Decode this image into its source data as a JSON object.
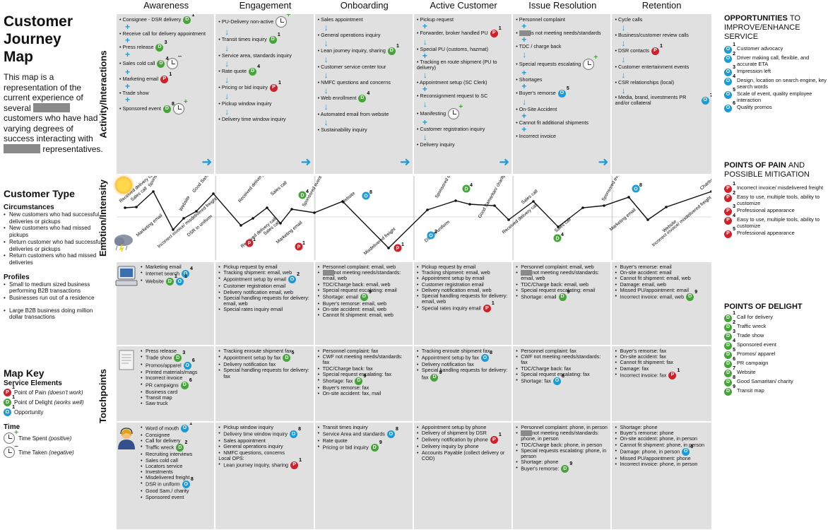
{
  "title": "Customer Journey Map",
  "intro": {
    "before1": "This map is a representation of the current experience of several",
    "middle": "customers who have had varying degrees of success interacting with",
    "after": "representatives."
  },
  "customer_type": {
    "heading": "Customer Type",
    "circumstances_heading": "Circumstances",
    "circumstances": [
      "New customers who had successful deliveries or pickups",
      "New customers who had missed pickups",
      "Return customer who had successful deliveries or pickups",
      "Return customers who had missed deliveries"
    ],
    "profiles_heading": "Profiles",
    "profiles": [
      "Small to medium sized business performing B2B transactions",
      "Businesses run out of a residence",
      "Large B2B business doing million dollar transactions"
    ]
  },
  "map_key": {
    "heading": "Map Key",
    "service_heading": "Service Elements",
    "pain": {
      "label": "Point of Pain",
      "note": "(doesn't work)"
    },
    "delight": {
      "label": "Point of Delight",
      "note": "(works well)"
    },
    "opportunity": {
      "label": "Opportunity"
    },
    "time_heading": "Time",
    "time_spent": {
      "label": "Time Spent",
      "note": "(positive)"
    },
    "time_taken": {
      "label": "Time Taken",
      "note": "(negative)"
    }
  },
  "columns": [
    "Awareness",
    "Engagement",
    "Onboarding",
    "Active Customer",
    "Issue Resolution",
    "Retention"
  ],
  "row_labels": {
    "activity": "Activity/Interactions",
    "emotion": "Emotion/Intensity",
    "touchpoints": "Touchpoints"
  },
  "activity": [
    [
      {
        "t": "Consignee - DSR delivery",
        "b": [
          "D",
          "1"
        ]
      },
      {
        "t": "Receive call for delivery appointment"
      },
      {
        "t": "Press release",
        "b": [
          "D",
          "3"
        ]
      },
      {
        "t": "Sales cold call",
        "b": [
          "D",
          "4"
        ],
        "clock": "neg"
      },
      {
        "t": "Marketing email",
        "b": [
          "P",
          "1"
        ]
      },
      {
        "t": "Trade show"
      },
      {
        "t": "Sponsored event",
        "b": [
          "D",
          "8"
        ],
        "clock": "pos"
      }
    ],
    [
      {
        "t": "PU-Delivery non-active",
        "clock": "pos"
      },
      {
        "t": "Transit times inquiry",
        "b": [
          "D",
          "1"
        ]
      },
      {
        "t": "Service area, standards inquiry"
      },
      {
        "t": "Rate quote",
        "b": [
          "D",
          "4"
        ]
      },
      {
        "t": "Pricing or bid inquiry",
        "b": [
          "P",
          "1"
        ]
      },
      {
        "t": "Pickup window inquiry"
      },
      {
        "t": "Delivery time window inquiry"
      }
    ],
    [
      {
        "t": "Sales appointment"
      },
      {
        "t": "General operations inquiry"
      },
      {
        "t": "Lean journey inquiry, sharing",
        "b": [
          "D",
          "1"
        ]
      },
      {
        "t": "Customer service center tour"
      },
      {
        "t": "NMFC questions and concerns"
      },
      {
        "t": "Web enrollment",
        "b": [
          "D",
          "4"
        ]
      },
      {
        "t": "Automated email from website"
      },
      {
        "t": "Sustainability inquiry"
      }
    ],
    [
      {
        "t": "Pickup request"
      },
      {
        "t": "Forwarder, broker handled PU",
        "b": [
          "P",
          "1"
        ]
      },
      {
        "t": "Special PU (customs, hazmat)"
      },
      {
        "t": "Tracking en route shipment (PU to delivery)"
      },
      {
        "t": "Appointment setup (SC Clerk)"
      },
      {
        "t": "Reconsignment request to SC"
      },
      {
        "t": "Manifesting",
        "clock": "pos"
      },
      {
        "t": "Customer registration inquiry"
      },
      {
        "t": "Delivery inquiry"
      }
    ],
    [
      {
        "t": "Personnel complaint"
      },
      {
        "t": "is not meeting needs/standards",
        "redact": true
      },
      {
        "t": "TDC / charge back"
      },
      {
        "t": "Special requests escalating",
        "clock": "pos"
      },
      {
        "t": "Shortages"
      },
      {
        "t": "Buyer's remorse",
        "b": [
          "O",
          "5"
        ]
      },
      {
        "t": "On-Site Accident"
      },
      {
        "t": "Cannot fit additional shipments"
      },
      {
        "t": "Incorrect invoice"
      }
    ],
    [
      {
        "t": "Cycle calls"
      },
      {
        "t": "Business/customer review calls"
      },
      {
        "t": "DSR contacts",
        "b": [
          "P",
          "1"
        ]
      },
      {
        "t": "Customer entertainment events"
      },
      {
        "t": "CSR relationships (local)"
      },
      {
        "t": "Media, brand, investments PR and/or collateral",
        "b": [
          "O",
          "7"
        ]
      }
    ]
  ],
  "emotion_labels": [
    "Received delivery call",
    "Sales call",
    "Sponsored event",
    "Marketing email",
    "Incorrect invoice/ misdelivered freight",
    "Website",
    "DSR in uniform",
    "Good Samaritan/ charity",
    "Received delivery call",
    "Received delivery call",
    "Sales call",
    "Sales call",
    "Marketing email",
    "Sponsored event",
    "Website",
    "Misdelivered freight",
    "Sponsored event",
    "DSR in uniform",
    "Good Samaritan/ charity",
    "Received delivery call",
    "Sales call",
    "Sales call",
    "Sponsored event",
    "Marketing email",
    "Website",
    "Incorrect invoice/ misdelivered freight",
    "Charity"
  ],
  "touchpoints_web": [
    [
      {
        "t": "Marketing email"
      },
      {
        "t": "Internet search",
        "b": [
          "O",
          "4"
        ]
      },
      {
        "t": "Website",
        "b": [
          "D",
          "1"
        ],
        "b2": [
          "O",
          "1"
        ]
      }
    ],
    [
      {
        "t": "Pickup request by email"
      },
      {
        "t": "Tracking shipment: email, web"
      },
      {
        "t": "Appointment setup by email",
        "b": [
          "O",
          "2"
        ]
      },
      {
        "t": "Customer registration email"
      },
      {
        "t": "Delivery notification email, web"
      },
      {
        "t": "Special handling requests for delivery: email, web"
      },
      {
        "t": "Special rates inquiry email"
      }
    ],
    [
      {
        "t": "Personnel complaint: email, web"
      },
      {
        "t": "not meeting needs/standards: email, web",
        "redact": true
      },
      {
        "t": "TDC/Charge back: email, web"
      },
      {
        "t": "Special request escalating: email"
      },
      {
        "t": "Shortage: email",
        "b": [
          "D",
          "9"
        ]
      },
      {
        "t": "Buyer's remorse: email, web"
      },
      {
        "t": "On-site accident: email, web"
      },
      {
        "t": "Cannot fit shipment: email, web"
      }
    ],
    [
      {
        "t": "Pickup request by email"
      },
      {
        "t": "Tracking shipment: email, web"
      },
      {
        "t": "Appointment setup by email"
      },
      {
        "t": "Customer registration email"
      },
      {
        "t": "Delivery notification email, web"
      },
      {
        "t": "Special handling requests for delivery: email, web"
      },
      {
        "t": "Special rates inquiry email",
        "b": [
          "P",
          "1"
        ]
      }
    ],
    [
      {
        "t": "Personnel complaint: email, web"
      },
      {
        "t": "not meeting needs/standards: email, web",
        "redact": true
      },
      {
        "t": "TDC/Charge back: email, web"
      },
      {
        "t": "Special request escalating: email"
      },
      {
        "t": "Shortage: email",
        "b": [
          "D",
          "9"
        ]
      }
    ],
    [
      {
        "t": "Buyer's remorse: email"
      },
      {
        "t": "On-site accident: email"
      },
      {
        "t": "Cannot fit shipment: email, web"
      },
      {
        "t": "Damage: email, web"
      },
      {
        "t": "Missed PU/appointment: email"
      },
      {
        "t": "Incorrect invoice: email, web",
        "b": [
          "D",
          "9"
        ]
      }
    ]
  ],
  "touchpoints_print": [
    [
      {
        "t": "Press release"
      },
      {
        "t": "Trade show",
        "b": [
          "D",
          "3"
        ]
      },
      {
        "t": "Promos/apparel",
        "b": [
          "O",
          "6"
        ]
      },
      {
        "t": "Printed materials/mags"
      },
      {
        "t": "Incorrect invoice"
      },
      {
        "t": "PR campaigns",
        "b": [
          "D",
          "6"
        ]
      },
      {
        "t": "Business card"
      },
      {
        "t": "Transit map"
      },
      {
        "t": "Saw truck"
      }
    ],
    [
      {
        "t": "Tracking enroute shipment fax"
      },
      {
        "t": "Appointment setup by fax",
        "b": [
          "D",
          "5"
        ]
      },
      {
        "t": "Delivery notification fax"
      },
      {
        "t": "Special handling requests for delivery: fax"
      }
    ],
    [
      {
        "t": "Personnel complaint: fax"
      },
      {
        "t": "CWF not meeting needs/standards: fax"
      },
      {
        "t": "TDC/Charge back: fax"
      },
      {
        "t": "Special request escalating: fax"
      },
      {
        "t": "Shortage: fax",
        "b": [
          "D",
          "9"
        ]
      },
      {
        "t": "Buyer's remorse: fax"
      },
      {
        "t": "On-site accident: fax, mail"
      }
    ],
    [
      {
        "t": "Tracking enroute shipment fax"
      },
      {
        "t": "Appointment setup by fax",
        "b": [
          "O",
          "8"
        ]
      },
      {
        "t": "Delivery notification fax"
      },
      {
        "t": "Special handling requests for delivery: fax",
        "b": [
          "D",
          "9"
        ]
      }
    ],
    [
      {
        "t": "Personnel complaint: fax"
      },
      {
        "t": "CWF not meeting needs/standards: fax"
      },
      {
        "t": "TDC/Charge back: fax"
      },
      {
        "t": "Special request escalating: fax"
      },
      {
        "t": "Shortage: fax",
        "b": [
          "O",
          "8"
        ]
      }
    ],
    [
      {
        "t": "Buyer's remorse: fax"
      },
      {
        "t": "On-site accident: fax"
      },
      {
        "t": "Cannot fit shipment: fax"
      },
      {
        "t": "Damage: fax"
      },
      {
        "t": "Incorrect invoice: fax",
        "b": [
          "P",
          "1"
        ]
      }
    ]
  ],
  "touchpoints_person": [
    [
      {
        "t": "Word of mouth",
        "b": [
          "O",
          "1"
        ]
      },
      {
        "t": "Consignee"
      },
      {
        "t": "Call for delivery"
      },
      {
        "t": "Traffic wreck",
        "b": [
          "D",
          "2"
        ]
      },
      {
        "t": "Recruiting interviews"
      },
      {
        "t": "Sales cold call"
      },
      {
        "t": "Locators service"
      },
      {
        "t": "Investments"
      },
      {
        "t": "Misdelivered freight"
      },
      {
        "t": "DSR in uniform",
        "b": [
          "O",
          "8"
        ]
      },
      {
        "t": "Good Sam./ charity"
      },
      {
        "t": "Sponsored event"
      }
    ],
    [
      {
        "t": "Pickup window inquiry"
      },
      {
        "t": "Delivery time window inquiry",
        "b": [
          "O",
          "8"
        ]
      },
      {
        "t": "Sales appointment"
      },
      {
        "t": "General operations inquiry"
      },
      {
        "t": "NMFC questions, concerns"
      },
      {
        "t": "Local OPS:",
        "plain": true
      },
      {
        "t": "Lean journey inquiry, sharing",
        "b": [
          "P",
          "1"
        ]
      }
    ],
    [
      {
        "t": "Transit times inquiry"
      },
      {
        "t": "Service Area and standards",
        "b": [
          "O",
          "8"
        ]
      },
      {
        "t": "Rate quote"
      },
      {
        "t": "Pricing or bid inquiry",
        "b": [
          "D",
          "9"
        ]
      }
    ],
    [
      {
        "t": "Appointment setup by phone"
      },
      {
        "t": "Delivery of shipment by DSR"
      },
      {
        "t": "Delivery notification by phone",
        "b": [
          "P",
          "1"
        ]
      },
      {
        "t": "Delivery inquiry by phone"
      },
      {
        "t": "Accounts Payable (collect delivery or COD)"
      }
    ],
    [
      {
        "t": "Personnel complaint: phone, in person"
      },
      {
        "t": "not meeting needs/standards: phone, in person",
        "redact": true
      },
      {
        "t": "TDC/Charge back: phone, in person"
      },
      {
        "t": "Special requests escalating: phone, in person"
      },
      {
        "t": "Shortage: phone"
      },
      {
        "t": "Buyer's remorse:",
        "b": [
          "D",
          "9"
        ]
      }
    ],
    [
      {
        "t": "Shortage: phone"
      },
      {
        "t": "Buyer's remorse: phone"
      },
      {
        "t": "On-site accident: phone, in person"
      },
      {
        "t": "Cannot fit shipment: phone, in person"
      },
      {
        "t": "Damage: phone, in person",
        "b": [
          "O",
          "8"
        ]
      },
      {
        "t": "Missed PU/appointment: phone"
      },
      {
        "t": "Incorrect invoice: phone, in person"
      }
    ]
  ],
  "opportunities": {
    "heading_bold": "OPPORTUNITIES",
    "heading_light": "TO IMPROVE/ENHANCE SERVICE",
    "items": [
      {
        "n": "1",
        "t": "Customer advocacy"
      },
      {
        "n": "2",
        "t": "Driver making call, flexible, and accurate ETA"
      },
      {
        "n": "3",
        "t": "Impression left"
      },
      {
        "n": "4",
        "t": "Design, location on search engine, key search words"
      },
      {
        "n": "5",
        "t": "Scale of event, quality employee interaction"
      },
      {
        "n": "6",
        "t": "Quality promos"
      }
    ]
  },
  "pain_points": {
    "heading_bold": "POINTS OF PAIN",
    "heading_light": "AND POSSIBLE MITIGATION",
    "items": [
      {
        "n": "1",
        "t": "Incorrect invoice/ misdelivered freight"
      },
      {
        "n": "2",
        "t": "Easy to use, multiple tools, ability to customize"
      },
      {
        "n": "3",
        "t": "Professional appearance"
      },
      {
        "n": "4",
        "t": "Easy to use, multiple tools, ability to customize"
      },
      {
        "n": "5",
        "t": "Professional appearance"
      }
    ]
  },
  "delight_points": {
    "heading_bold": "POINTS OF DELIGHT",
    "items": [
      {
        "n": "1",
        "t": "Call for delivery"
      },
      {
        "n": "2",
        "t": "Traffic wreck"
      },
      {
        "n": "3",
        "t": "Trade show"
      },
      {
        "n": "4",
        "t": "Sponsored event"
      },
      {
        "n": "5",
        "t": "Promos/ apparel"
      },
      {
        "n": "6",
        "t": "PR campaign"
      },
      {
        "n": "7",
        "t": "Website"
      },
      {
        "n": "8",
        "t": "Good Samaritan/ charity"
      },
      {
        "n": "9",
        "t": "Transit map"
      }
    ]
  },
  "colors": {
    "pain": "#d0202a",
    "delight": "#44a636",
    "opportunity": "#1b9bd7",
    "cell": "#e0e0e0"
  }
}
